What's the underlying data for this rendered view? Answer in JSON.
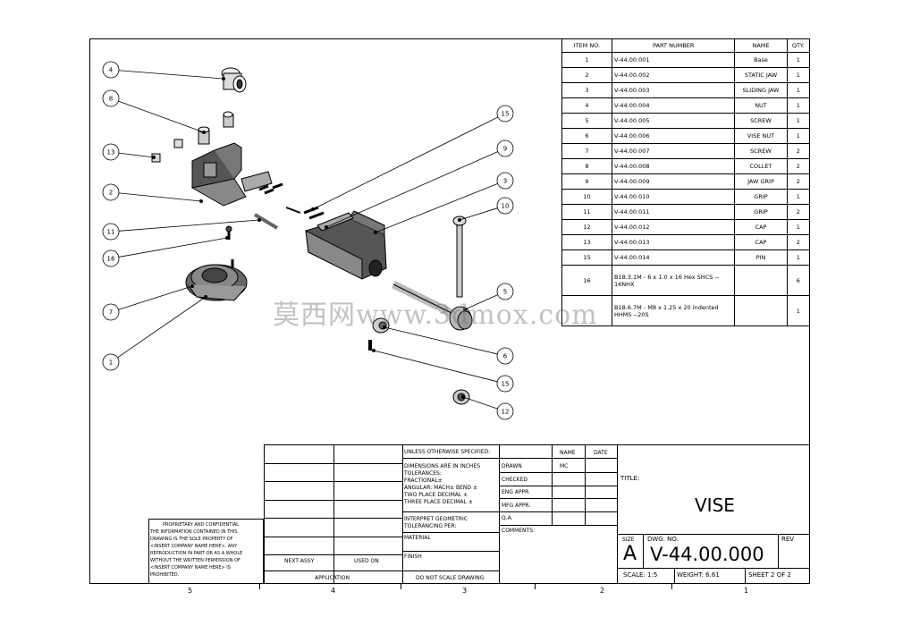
{
  "bom": {
    "headers": [
      "ITEM NO.",
      "PART NUMBER",
      "NAME",
      "QTY."
    ],
    "rows": [
      {
        "item": "1",
        "part": "V-44.00.001",
        "name": "Base",
        "qty": "1"
      },
      {
        "item": "2",
        "part": "V-44.00.002",
        "name": "STATIC JAW",
        "qty": "1"
      },
      {
        "item": "3",
        "part": "V-44.00.003",
        "name": "SLIDING JAW",
        "qty": "1"
      },
      {
        "item": "4",
        "part": "V-44.00.004",
        "name": "NUT",
        "qty": "1"
      },
      {
        "item": "5",
        "part": "V-44.00.005",
        "name": "SCREW",
        "qty": "1"
      },
      {
        "item": "6",
        "part": "V-44.00.006",
        "name": "VISE NUT",
        "qty": "1"
      },
      {
        "item": "7",
        "part": "V-44.00.007",
        "name": "SCREW",
        "qty": "2"
      },
      {
        "item": "8",
        "part": "V-44.00.008",
        "name": "COLLET",
        "qty": "2"
      },
      {
        "item": "9",
        "part": "V-44.00.009",
        "name": "JAW GRIP",
        "qty": "2"
      },
      {
        "item": "10",
        "part": "V-44.00.010",
        "name": "GRIP",
        "qty": "1"
      },
      {
        "item": "11",
        "part": "V-44.00.011",
        "name": "GRIP",
        "qty": "2"
      },
      {
        "item": "12",
        "part": "V-44.00.012",
        "name": "CAP",
        "qty": "1"
      },
      {
        "item": "13",
        "part": "V-44.00.013",
        "name": "CAP",
        "qty": "2"
      },
      {
        "item": "15",
        "part": "V-44.00.014",
        "name": "PIN",
        "qty": "1"
      },
      {
        "item": "16",
        "part": "B18.3.1M - 6 x 1.0 x 16 Hex SHCS -- 16NHX",
        "name": "",
        "qty": "6"
      },
      {
        "item": "",
        "part": "B18.6.7M - M8 x 1.25 x 20 Indented HHMS --20S",
        "name": "",
        "qty": "1"
      }
    ]
  },
  "balloons": [
    "4",
    "8",
    "13",
    "2",
    "11",
    "16",
    "7",
    "1",
    "15",
    "9",
    "3",
    "10",
    "5",
    "6",
    "15",
    "12"
  ],
  "watermark": "莫西网www.3dmox.com",
  "title_block": {
    "unless": "UNLESS OTHERWISE SPECIFIED:",
    "dims": "DIMENSIONS ARE IN INCHES",
    "tolerances": "TOLERANCES:",
    "fractional": "FRACTIONAL±",
    "angular": "ANGULAR: MACH±    BEND ±",
    "two_place": "TWO PLACE DECIMAL    ±",
    "three_place": "THREE PLACE DECIMAL  ±",
    "interpret": "INTERPRET GEOMETRIC",
    "tolerancing": "TOLERANCING PER:",
    "material": "MATERIAL",
    "finish": "FINISH",
    "no_scale": "DO NOT SCALE DRAWING",
    "name_hdr": "NAME",
    "date_hdr": "DATE",
    "drawn": "DRAWN",
    "drawn_name": "MC",
    "checked": "CHECKED",
    "eng_appr": "ENG APPR.",
    "mfg_appr": "MFG APPR.",
    "qa": "Q.A.",
    "comments": "COMMENTS:",
    "next_assy": "NEXT ASSY",
    "used_on": "USED ON",
    "application": "APPLICATION",
    "title_lbl": "TITLE:",
    "title": "VISE",
    "size_lbl": "SIZE",
    "size": "A",
    "dwg_lbl": "DWG.  NO.",
    "dwg_no": "V-44.00.000",
    "rev_lbl": "REV",
    "scale": "SCALE: 1:5",
    "weight": "WEIGHT: 6.61",
    "sheet": "SHEET 2 OF 2",
    "prop_title": "PROPRIETARY AND CONFIDENTIAL",
    "prop_text": [
      "THE INFORMATION CONTAINED IN THIS",
      "DRAWING IS THE SOLE PROPERTY OF",
      "<INSERT COMPANY NAME HERE>.  ANY",
      "REPRODUCTION IN PART OR AS A WHOLE",
      "WITHOUT THE WRITTEN PERMISSION OF",
      "<INSERT COMPANY NAME HERE> IS",
      "PROHIBITED."
    ]
  },
  "zones": [
    "5",
    "4",
    "3",
    "2",
    "1"
  ]
}
